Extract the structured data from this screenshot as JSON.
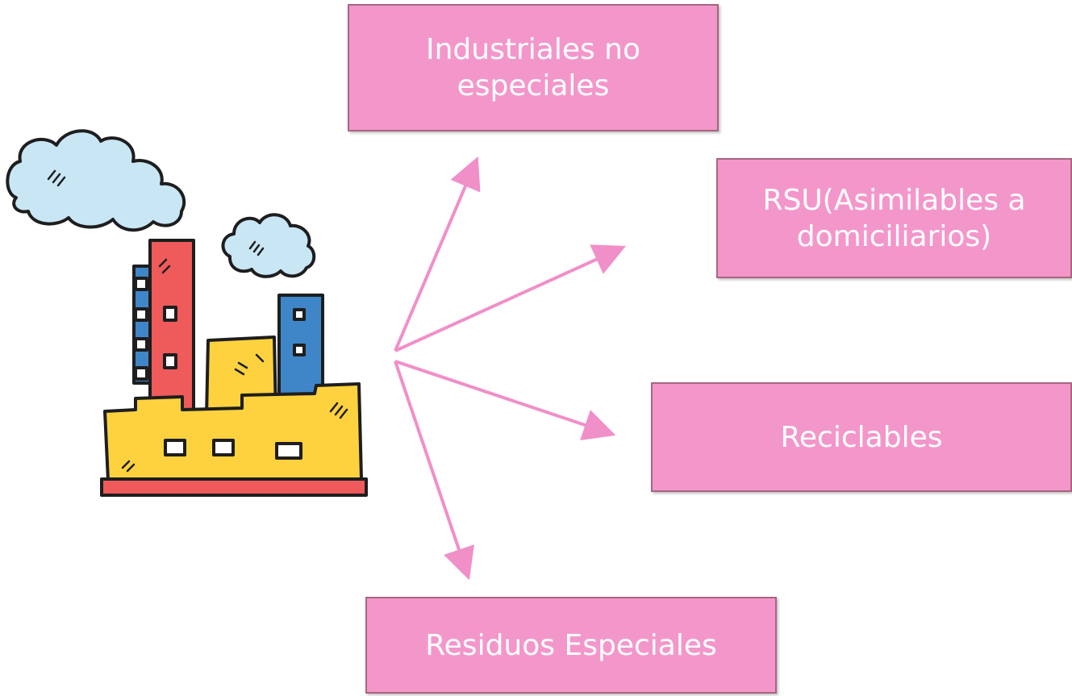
{
  "diagram": {
    "source_icon": "factory-icon",
    "categories": [
      {
        "id": "industriales",
        "label": "Industriales no\nespeciales"
      },
      {
        "id": "rsu",
        "label": "RSU(Asimilables a\ndomiciliarios)"
      },
      {
        "id": "reciclables",
        "label": "Reciclables"
      },
      {
        "id": "especiales",
        "label": "Residuos Especiales"
      }
    ]
  },
  "colors": {
    "box_fill": "#f397cb",
    "box_border": "#a8667f",
    "arrow": "#f08fc8",
    "text": "#ffffff",
    "factory_red": "#ef5a5a",
    "factory_yellow": "#fdd23e",
    "factory_blue": "#3f86c9",
    "cloud": "#c9e6f5"
  }
}
